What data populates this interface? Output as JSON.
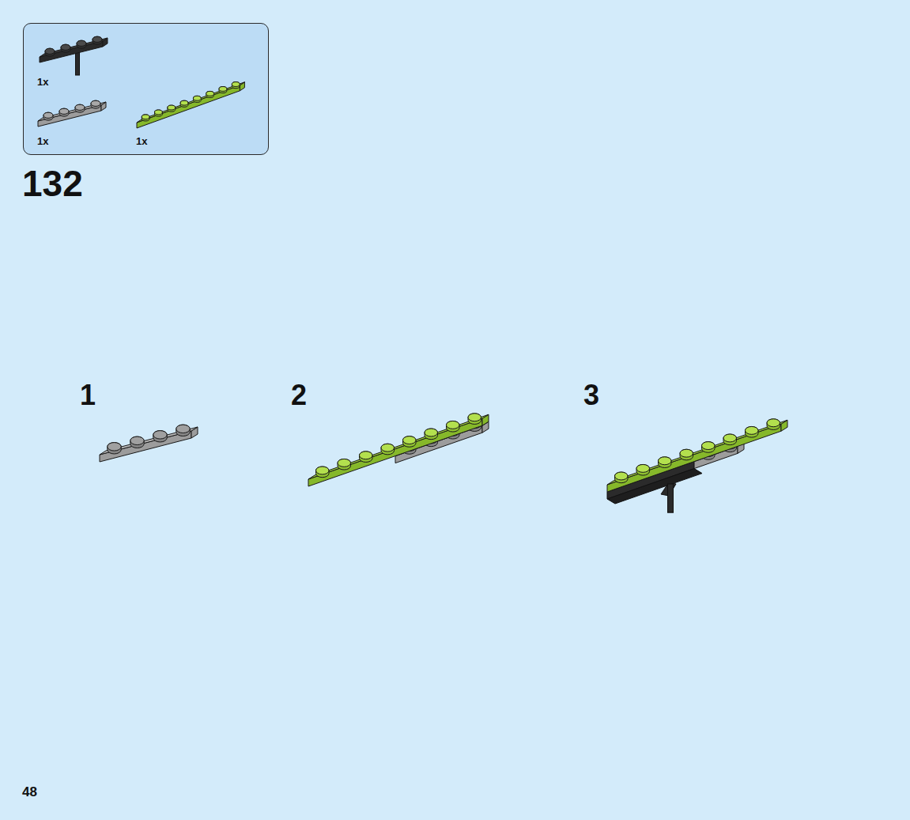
{
  "diagram": {
    "nodes": [
      {
        "text": [
          "1x",
          "1x",
          "1x"
        ]
      }
    ],
    "labels": [
      "132",
      "1",
      "2",
      "3",
      "48"
    ]
  }
}
